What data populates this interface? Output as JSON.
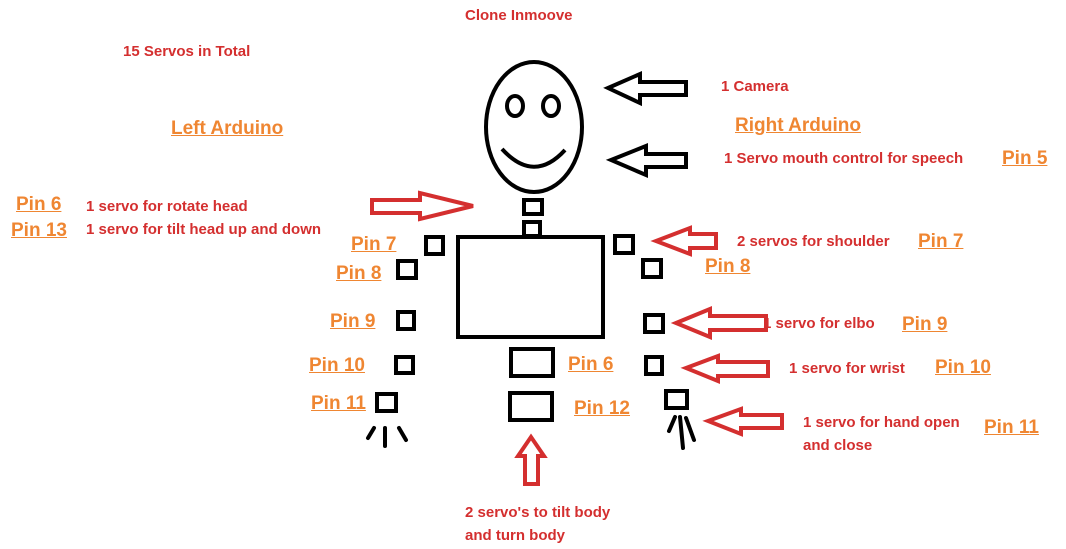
{
  "title": "Clone Inmoove",
  "total": "15 Servos in Total",
  "left_arduino": "Left Arduino",
  "right_arduino": "Right Arduino",
  "camera": "1 Camera",
  "mouth": "1 Servo mouth control  for speech",
  "mouth_pin": "Pin 5",
  "head_left": {
    "pin_rotate": "Pin 6",
    "pin_tilt": "Pin 13",
    "rotate": "1 servo for rotate head",
    "tilt": "1 servo for tilt head up and down"
  },
  "left_arm_pins": {
    "shoulder_1": "Pin 7",
    "shoulder_2": "Pin 8",
    "elbow": "Pin 9",
    "wrist": "Pin 10",
    "hand": "Pin 11"
  },
  "body_pins": {
    "upper": "Pin 6",
    "lower": "Pin 12"
  },
  "right_arm": {
    "pin_shoulder_1": "Pin 8",
    "shoulder_label": "2 servos for shoulder",
    "shoulder_pin": "Pin 7",
    "elbow_label": "1 servo for elbo",
    "elbow_pin": "Pin 9",
    "wrist_label": "1 servo for wrist",
    "wrist_pin": "Pin 10",
    "hand_label_1": "1 servo for hand open",
    "hand_label_2": "and close",
    "hand_pin": "Pin 11"
  },
  "body_label_1": "2 servo's to tilt body",
  "body_label_2": "and turn body",
  "colors": {
    "red": "#d42f2f",
    "orange": "#ef8632",
    "black": "#000000"
  }
}
